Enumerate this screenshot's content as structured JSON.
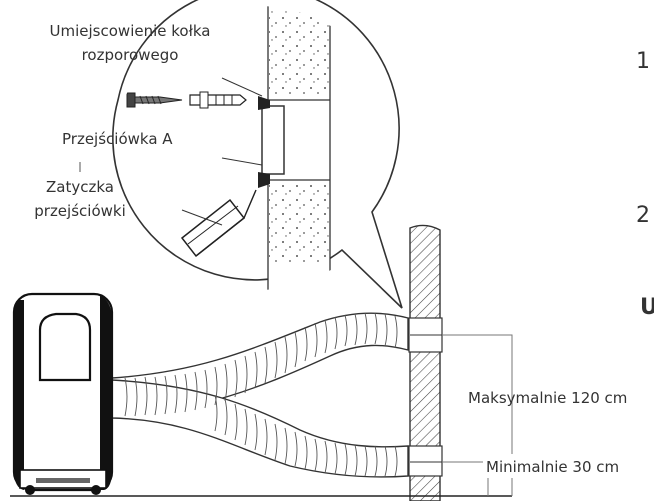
{
  "labels": {
    "anchor_location": [
      "Umiejscowienie kołka",
      "rozporowego"
    ],
    "adapter_a": "Przejściówka A",
    "adapter_plug": [
      "Zatyczka",
      "przejściówki"
    ],
    "max_length": "Maksymalnie 120 cm",
    "min_length": "Minimalnie 30 cm"
  },
  "cut_off_text": {
    "step_1": "1",
    "step_2": "2",
    "heading_letter": "U"
  }
}
